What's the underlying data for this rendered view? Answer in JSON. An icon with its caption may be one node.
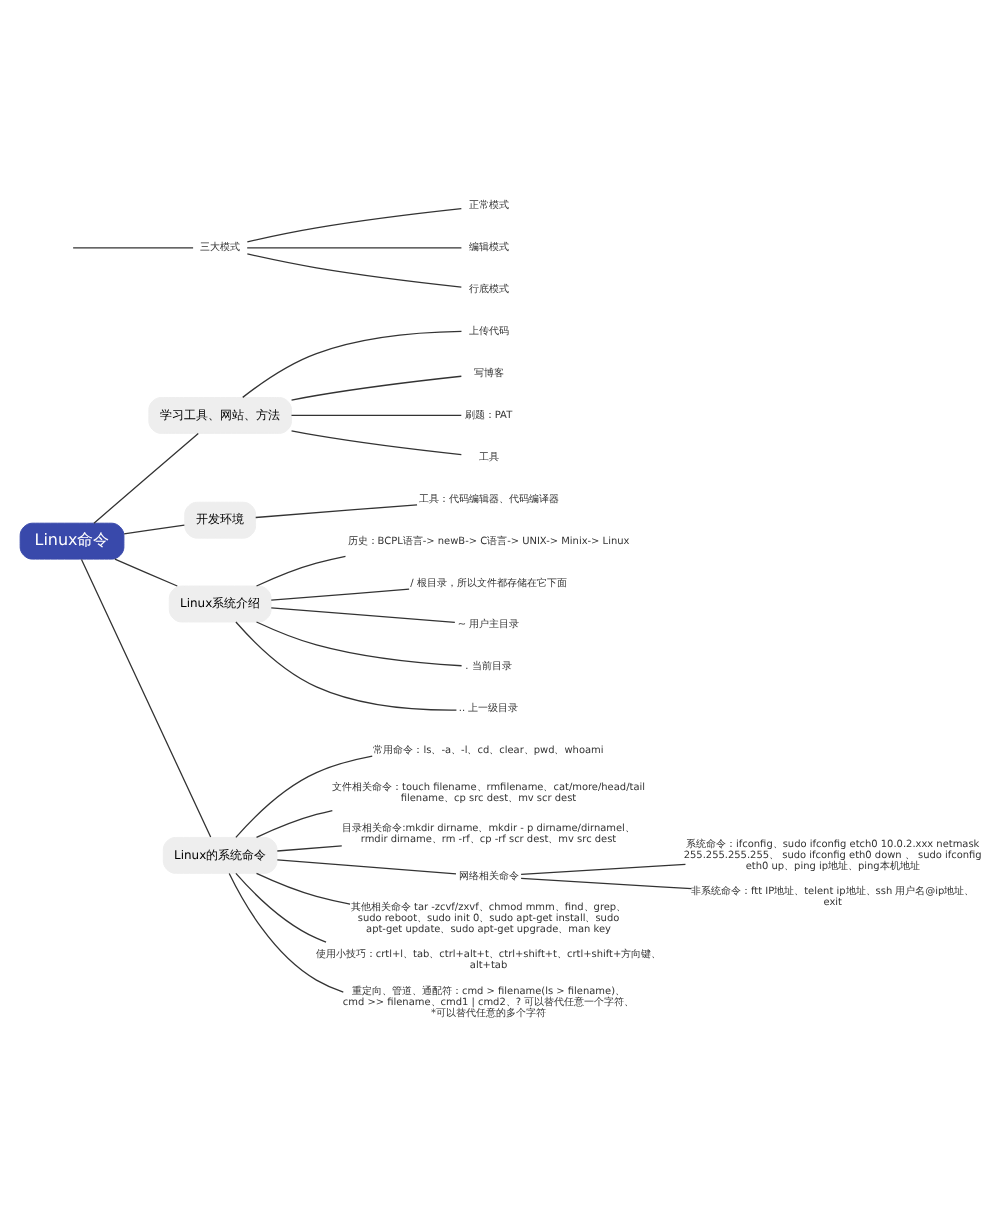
{
  "diagram": {
    "nodes": [
      {
        "text": [
          "Linux命令"
        ]
      },
      {
        "text": [
          "学习工具、网站、方法"
        ]
      },
      {
        "text": [
          "上传代码"
        ]
      },
      {
        "text": [
          "写博客"
        ]
      },
      {
        "text": [
          "刷题：PAT"
        ]
      },
      {
        "text": [
          "工具"
        ]
      },
      {
        "text": [
          "开发环境"
        ]
      },
      {
        "text": [
          "工具：代码编辑器、代码编译器"
        ]
      },
      {
        "text": [
          "Linux系统介绍"
        ]
      },
      {
        "text": [
          "历史：BCPL语言-> newB-> C语言-> UNIX-> Minix-> Linux"
        ]
      },
      {
        "text": [
          "/ 根目录，所以文件都存储在它下面"
        ]
      },
      {
        "text": [
          "~ 用户主目录"
        ]
      },
      {
        "text": [
          ". 当前目录"
        ]
      },
      {
        "text": [
          ".. 上一级目录"
        ]
      },
      {
        "text": [
          "Linux的系统命令"
        ]
      },
      {
        "text": [
          "常用命令：ls、-a、-l、cd、clear、pwd、whoami"
        ]
      },
      {
        "text": [
          "文件相关命令：touch filename、rmfilename、cat/more/head/tail filename、cp src dest、mv scr dest"
        ]
      },
      {
        "text": [
          "目录相关命令:mkdir dirname、mkdir - p dirname/dirnamel、rmdir dirname、rm -rf、cp -rf scr dest、mv src dest"
        ]
      },
      {
        "text": [
          "网络相关命令"
        ]
      },
      {
        "text": [
          "系统命令：ifconfig、sudo ifconfig etch0 10.0.2.xxx netmask 255.255.255.255、 sudo ifconfig eth0 down 、 sudo ifconfig eth0 up、ping ip地址、ping本机地址"
        ]
      },
      {
        "text": [
          "非系统命令：ftt IP地址、telent ip地址、ssh 用户名@ip地址、exit"
        ]
      },
      {
        "text": [
          "其他相关命令 tar -zcvf/zxvf、chmod mmm、find、grep、sudo reboot、sudo init 0、sudo apt-get install、sudo apt-get update、sudo apt-get upgrade、man key"
        ]
      },
      {
        "text": [
          "使用小技巧：crtl+l、tab、ctrl+alt+t、ctrl+shift+t、crtl+shift+方向键、alt+tab"
        ]
      },
      {
        "text": [
          "重定向、管道、通配符：cmd > filename(ls > filename)、cmd >> filename、cmd1 | cmd2、? 可以替代任意一个字符、*可以替代任意的多个字符"
        ]
      },
      {
        "text": [
          "三大模式"
        ]
      },
      {
        "text": [
          "正常模式"
        ]
      },
      {
        "text": [
          "编辑模式"
        ]
      },
      {
        "text": [
          "行底模式"
        ]
      }
    ],
    "edges": [
      {
        "from": 0,
        "to": 1,
        "arrow": "none"
      },
      {
        "from": 1,
        "to": 2,
        "arrow": "none"
      },
      {
        "from": 1,
        "to": 3,
        "arrow": "none"
      },
      {
        "from": 1,
        "to": 4,
        "arrow": "none"
      },
      {
        "from": 1,
        "to": 5,
        "arrow": "none"
      },
      {
        "from": 0,
        "to": 6,
        "arrow": "none"
      },
      {
        "from": 6,
        "to": 7,
        "arrow": "none"
      },
      {
        "from": 0,
        "to": 8,
        "arrow": "none"
      },
      {
        "from": 8,
        "to": 9,
        "arrow": "none"
      },
      {
        "from": 8,
        "to": 10,
        "arrow": "none"
      },
      {
        "from": 8,
        "to": 11,
        "arrow": "none"
      },
      {
        "from": 8,
        "to": 12,
        "arrow": "none"
      },
      {
        "from": 8,
        "to": 13,
        "arrow": "none"
      },
      {
        "from": 0,
        "to": 14,
        "arrow": "none"
      },
      {
        "from": 14,
        "to": 15,
        "arrow": "none"
      },
      {
        "from": 14,
        "to": 16,
        "arrow": "none"
      },
      {
        "from": 14,
        "to": 17,
        "arrow": "none"
      },
      {
        "from": 14,
        "to": 18,
        "arrow": "none"
      },
      {
        "from": 18,
        "to": 19,
        "arrow": "none"
      },
      {
        "from": 18,
        "to": 20,
        "arrow": "none"
      },
      {
        "from": 14,
        "to": 21,
        "arrow": "none"
      },
      {
        "from": 14,
        "to": 22,
        "arrow": "none"
      },
      {
        "from": 14,
        "to": 23,
        "arrow": "none"
      },
      {
        "from": null,
        "to": 24,
        "arrow": "none"
      },
      {
        "from": 24,
        "to": 25,
        "arrow": "none"
      },
      {
        "from": 24,
        "to": 26,
        "arrow": "none"
      },
      {
        "from": 24,
        "to": 27,
        "arrow": "none"
      }
    ]
  }
}
